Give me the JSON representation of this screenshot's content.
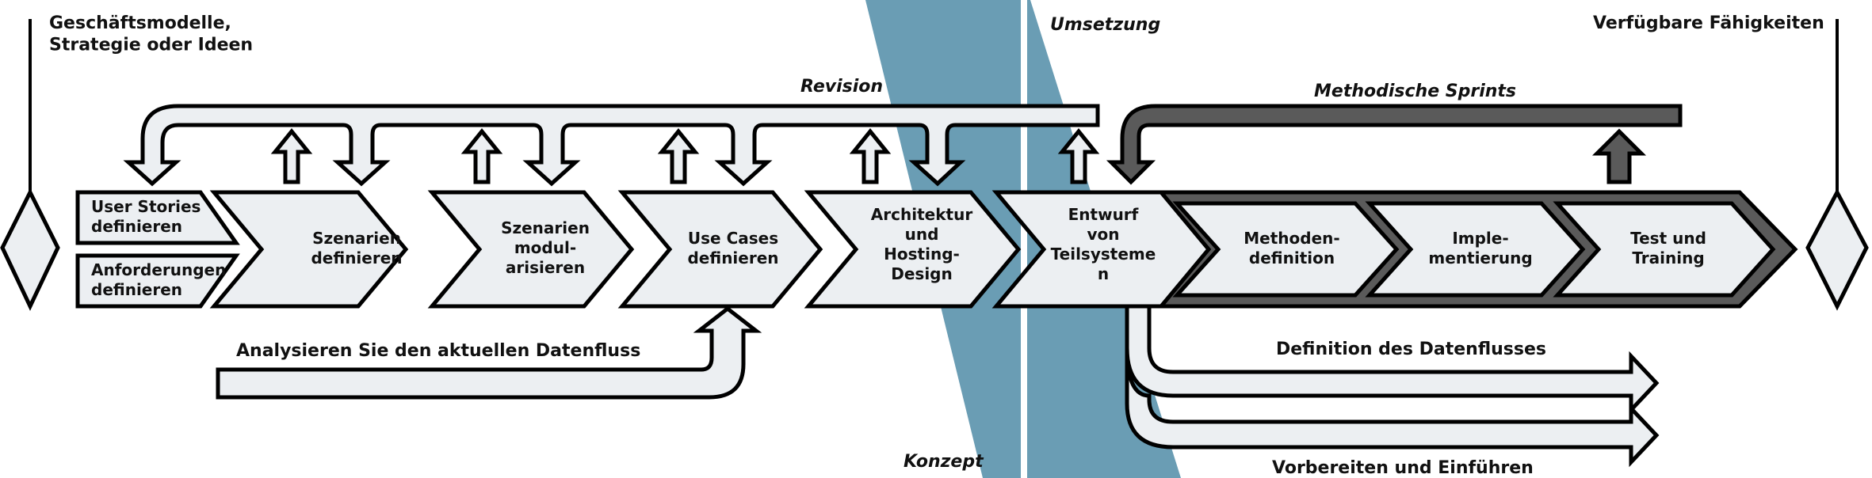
{
  "colors": {
    "band": "#6a9db4",
    "light_fill": "#eceff2",
    "dark_fill": "#5a5a5a",
    "outline": "#000000"
  },
  "milestones": {
    "start": "Geschäftsmodelle,\nStrategie oder Ideen",
    "end": "Verfügbare Fähigkeiten"
  },
  "phases": {
    "concept": "Konzept",
    "implementation": "Umsetzung"
  },
  "loops": {
    "revision": "Revision",
    "sprints": "Methodische Sprints"
  },
  "input_boxes": [
    {
      "label": "User Stories\ndefinieren"
    },
    {
      "label": "Anforderungen\ndefinieren"
    }
  ],
  "steps": [
    {
      "label": "Szenarien\ndefinieren",
      "group": "concept"
    },
    {
      "label": "Szenarien\nmodul-\narisieren",
      "group": "concept"
    },
    {
      "label": "Use Cases\ndefinieren",
      "group": "concept"
    },
    {
      "label": "Architektur\nund\nHosting-\nDesign",
      "group": "concept"
    },
    {
      "label": "Entwurf\nvon\nTeilsysteme\nn",
      "group": "concept"
    },
    {
      "label": "Methoden-\ndefinition",
      "group": "sprint"
    },
    {
      "label": "Imple-\nmentierung",
      "group": "sprint"
    },
    {
      "label": "Test und\nTraining",
      "group": "sprint"
    }
  ],
  "flows": {
    "analyze": "Analysieren Sie den aktuellen Datenfluss",
    "define": "Definition des Datenflusses",
    "prepare": "Vorbereiten und Einführen"
  }
}
